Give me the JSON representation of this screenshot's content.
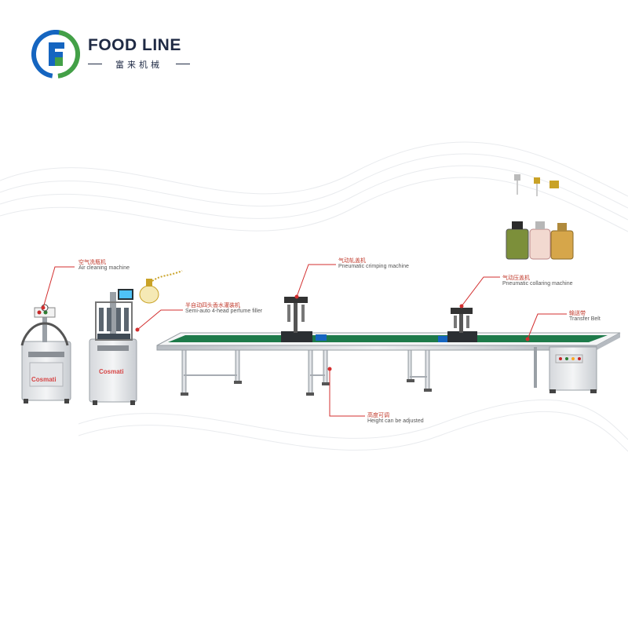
{
  "logo": {
    "name": "FOOD LINE",
    "subtitle": "富来机械"
  },
  "machine_brand": "Cosmati",
  "labels": {
    "air_cleaning": {
      "cn": "空气洗瓶机",
      "en": "Air cleaning machine"
    },
    "filler": {
      "cn": "半自动四头香水灌装机",
      "en": "Semi-auto 4-head perfume filler"
    },
    "crimping": {
      "cn": "气动轧盖机",
      "en": "Pneumatic crimping machine"
    },
    "collaring": {
      "cn": "气动压盖机",
      "en": "Pneumatic collaring machine"
    },
    "transfer_belt": {
      "cn": "输送带",
      "en": "Transfer Belt"
    },
    "height": {
      "cn": "高度可调",
      "en": "Height can be adjusted"
    }
  },
  "colors": {
    "callout": "#d32f2f",
    "belt": "#1e7a4a",
    "frame": "#c9cdd2",
    "logo_blue": "#1565c0",
    "logo_green": "#43a047"
  }
}
